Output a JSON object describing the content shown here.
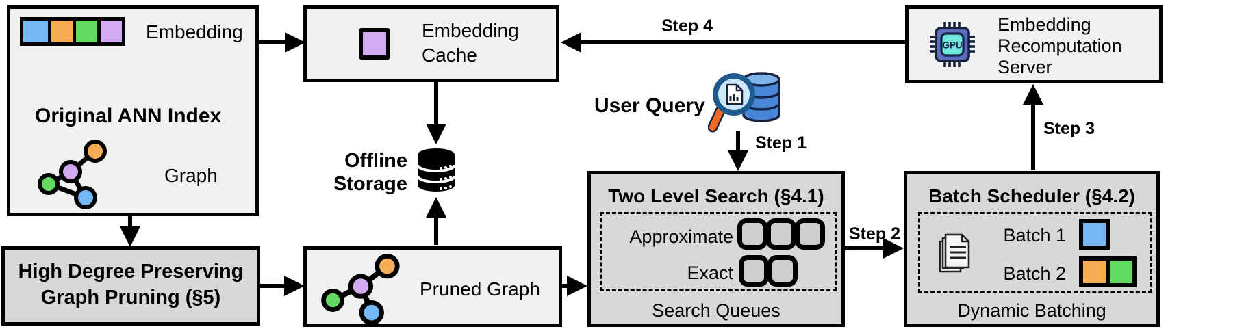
{
  "colors": {
    "blue": "#74b7f5",
    "orange": "#f7ad55",
    "green": "#62d95f",
    "purple": "#d2aaf0",
    "box_light": "#f1f1f1",
    "box_dark": "#d8d8d8",
    "queue_fill": "#cecece",
    "gpu_chip_body": "#5b6dc0",
    "gpu_chip_core": "#6ee8dd",
    "icon_outline": "#16213e",
    "query_db_body": "#4a86d8",
    "query_db_top": "#7fb2e8",
    "magnifier_rim": "#1e5a8e",
    "magnifier_glass": "#cde9f9",
    "magnifier_handle": "#f26a22",
    "doc_outline": "#222222"
  },
  "icons": {
    "original_index_embedding": "embedding-vector-icon (4 colored squares)",
    "original_index_graph": "graph-nodes-icon",
    "embedding_cache": "purple-square-icon",
    "offline_storage": "database-cylinder-icon",
    "pruned_graph": "graph-nodes-icon",
    "user_query": "magnifier-document-database-icon",
    "batch_scheduler": "document-stack-icon",
    "recomputation_server": "gpu-chip-icon"
  },
  "nodes": {
    "original_ann_index": {
      "title": "Original ANN Index",
      "embedding_label": "Embedding",
      "graph_label": "Graph"
    },
    "graph_pruning": {
      "line1": "High Degree Preserving",
      "line2": "Graph Pruning (§5)"
    },
    "embedding_cache": {
      "line1": "Embedding",
      "line2": "Cache"
    },
    "offline_storage": {
      "line1": "Offline",
      "line2": "Storage"
    },
    "pruned_graph": {
      "label": "Pruned Graph"
    },
    "user_query": {
      "label": "User Query"
    },
    "two_level_search": {
      "title": "Two Level Search (§4.1)",
      "approximate_label": "Approximate",
      "exact_label": "Exact",
      "caption": "Search Queues",
      "approximate_queue_count": 3,
      "exact_queue_count": 2
    },
    "batch_scheduler": {
      "title": "Batch Scheduler (§4.2)",
      "batch1_label": "Batch 1",
      "batch2_label": "Batch 2",
      "caption": "Dynamic Batching"
    },
    "recomputation_server": {
      "line1": "Embedding",
      "line2": "Recomputation",
      "line3": "Server",
      "chip_label": "GPU"
    }
  },
  "steps": {
    "step1": "Step 1",
    "step2": "Step 2",
    "step3": "Step 3",
    "step4": "Step 4"
  }
}
